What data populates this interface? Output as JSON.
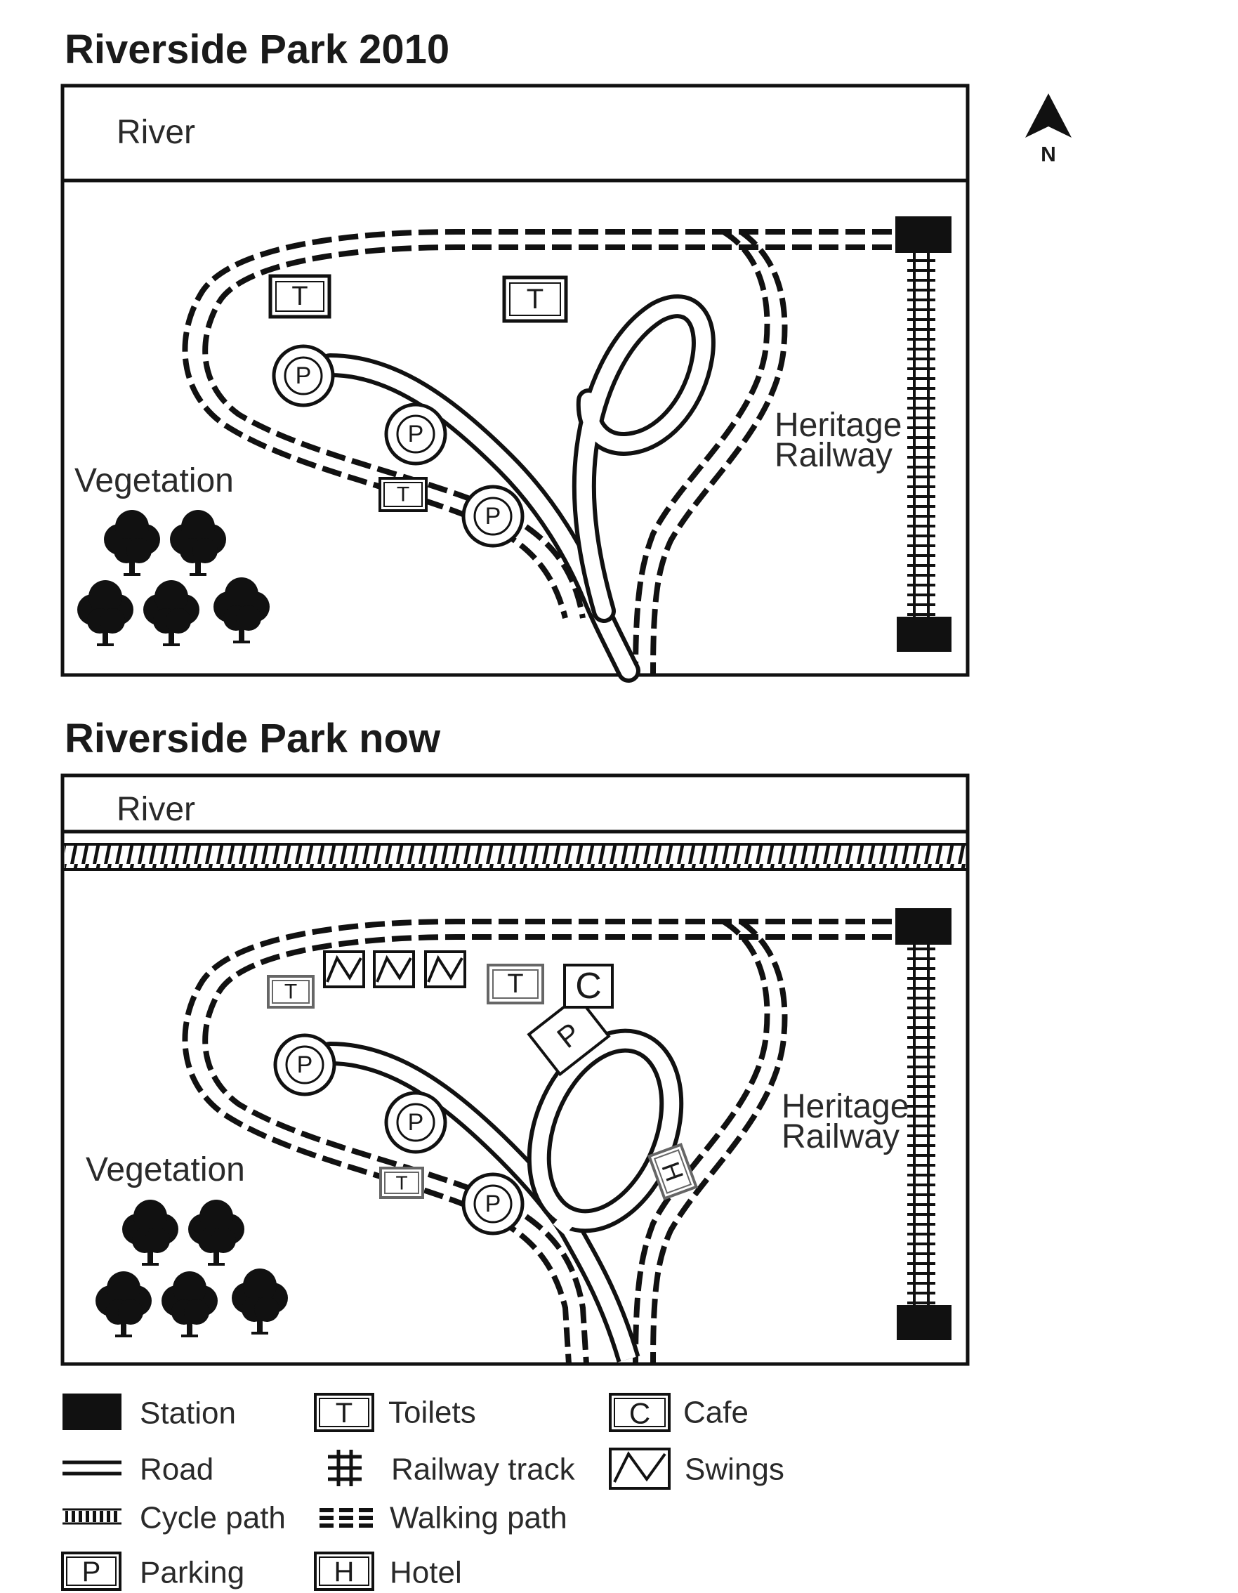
{
  "map_2010": {
    "title": "Riverside Park 2010",
    "river_label": "River",
    "vegetation_label": "Vegetation",
    "railway_label_line1": "Heritage",
    "railway_label_line2": "Railway",
    "toilet_symbol": "T",
    "parking_symbol": "P"
  },
  "map_now": {
    "title": "Riverside Park now",
    "river_label": "River",
    "vegetation_label": "Vegetation",
    "railway_label_line1": "Heritage",
    "railway_label_line2": "Railway",
    "toilet_symbol": "T",
    "parking_symbol": "P",
    "cafe_symbol": "C",
    "hotel_symbol": "H"
  },
  "north_label": "N",
  "legend": {
    "station": "Station",
    "road": "Road",
    "cycle_path": "Cycle path",
    "parking": "Parking",
    "parking_symbol": "P",
    "toilets": "Toilets",
    "toilet_symbol": "T",
    "railway_track": "Railway track",
    "walking_path": "Walking path",
    "hotel": "Hotel",
    "hotel_symbol": "H",
    "cafe": "Cafe",
    "cafe_symbol": "C",
    "swings": "Swings"
  }
}
